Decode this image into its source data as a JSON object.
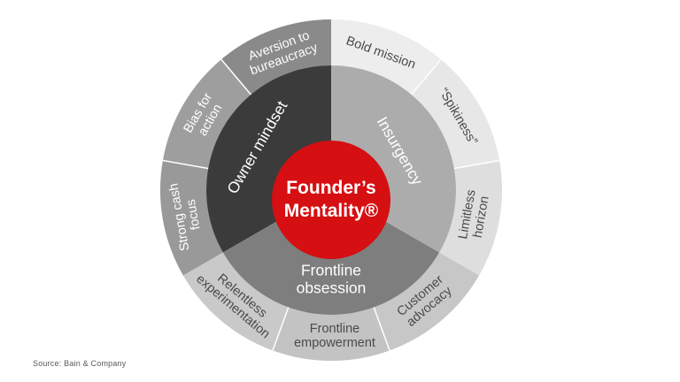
{
  "wheel": {
    "center_label": {
      "lines": [
        "Founder’s",
        "Mentality®"
      ],
      "color": "#D50F12",
      "text_color": "#FFFFFF"
    },
    "inner_segments": [
      {
        "name": "Owner mindset",
        "lines": [
          "Owner mindset"
        ],
        "color": "#3B3B3B"
      },
      {
        "name": "Insurgency",
        "lines": [
          "Insurgency"
        ],
        "color": "#ACACAC"
      },
      {
        "name": "Frontline obsession",
        "lines": [
          "Frontline",
          "obsession"
        ],
        "color": "#7E7E7E"
      }
    ],
    "outer_segments": [
      {
        "name": "Bold mission",
        "lines": [
          "Bold mission"
        ],
        "color": "#EDEDED"
      },
      {
        "name": "Spikiness",
        "lines": [
          "“Spikiness”"
        ],
        "color": "#E7E7E7"
      },
      {
        "name": "Limitless horizon",
        "lines": [
          "Limitless",
          "horizon"
        ],
        "color": "#DEDEDE"
      },
      {
        "name": "Customer advocacy",
        "lines": [
          "Customer",
          "advocacy"
        ],
        "color": "#C7C7C7"
      },
      {
        "name": "Frontline empowerment",
        "lines": [
          "Frontline",
          "empowerment"
        ],
        "color": "#C3C3C3"
      },
      {
        "name": "Relentless experimentation",
        "lines": [
          "Relentless",
          "experimentation"
        ],
        "color": "#C9C9C9"
      },
      {
        "name": "Strong cash focus",
        "lines": [
          "Strong cash",
          "focus"
        ],
        "color": "#999999"
      },
      {
        "name": "Bias for action",
        "lines": [
          "Bias for",
          "action"
        ],
        "color": "#9E9E9E"
      },
      {
        "name": "Aversion to bureaucracy",
        "lines": [
          "Aversion to",
          "bureaucracy"
        ],
        "color": "#8A8A8A"
      }
    ]
  },
  "footer": {
    "source": "Source: Bain & Company"
  }
}
